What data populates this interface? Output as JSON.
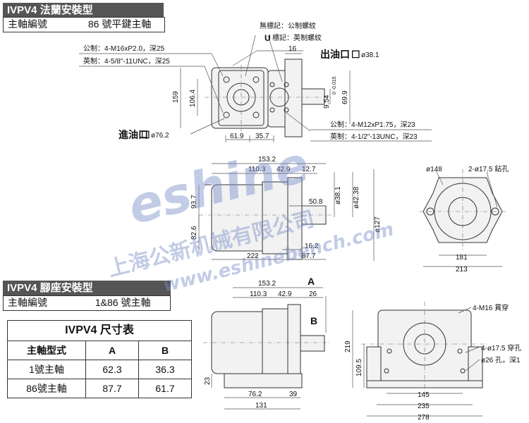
{
  "flange_section": {
    "title": "IVPV4 法蘭安裝型",
    "shaft_label": "主軸編號",
    "shaft_value": "86 號平鍵主軸"
  },
  "foot_section": {
    "title": "IVPV4 腳座安裝型",
    "shaft_label": "主軸編號",
    "shaft_value": "1&86 號主軸"
  },
  "table": {
    "title": "IVPV4 尺寸表",
    "headers": [
      "主軸型式",
      "A",
      "B"
    ],
    "rows": [
      [
        "1號主軸",
        "62.3",
        "36.3"
      ],
      [
        "86號主軸",
        "87.7",
        "61.7"
      ]
    ]
  },
  "legend": {
    "none_mark": "無標記：公制螺紋",
    "u_mark": "標記：英制螺紋",
    "u_letter": "U"
  },
  "labels": {
    "inlet_thread_metric": "公制：4-M16xP2.0，深25",
    "inlet_thread_imperial": "英制：4-5/8\"-11UNC，深25",
    "outlet_title": "出油口",
    "outlet_dia": "ø38.1",
    "inlet_title": "進油口",
    "inlet_dia": "ø76.2",
    "outlet_thread_metric": "公制：4-M12xP1.75，深23",
    "outlet_thread_imperial": "英制：4-1/2\"-13UNC，深23",
    "flange_holes": "2-ø17.5 鉆孔",
    "foot_tap": "4-M16 貫穿",
    "foot_holes": "4-ø17.5 穿孔",
    "foot_counterbore": "ø26 孔，深1",
    "box_square": "☐"
  },
  "dims": {
    "d16": "16",
    "d106_4": "106.4",
    "d159": "159",
    "d61_9": "61.9",
    "d35_7": "35.7",
    "d9_54": "9.54",
    "d9_54_tol": "0\n-0.015",
    "d69_9": "69.9",
    "d153_2": "153.2",
    "d110_3": "110.3",
    "d42_9": "42.9",
    "d12_7": "12.7",
    "d38_1": "ø38.1",
    "d42_38": "ø42.38",
    "d127": "ø127",
    "d50_8": "50.8",
    "d93_7": "93.7",
    "d82_6": "82.6",
    "d16_2": "16.2",
    "d222": "222",
    "d87_7": "87.7",
    "d148": "ø148",
    "d181": "181",
    "d213": "213",
    "d153_2b": "153.2",
    "d110_3b": "110.3",
    "d42_9b": "42.9",
    "d26": "26",
    "dA": "A",
    "dB": "B",
    "d23": "23",
    "d76_2": "76.2",
    "d39": "39",
    "d131": "131",
    "d219": "219",
    "d109_5": "109.5",
    "d145": "145",
    "d235": "235",
    "d278": "278"
  },
  "watermark": {
    "brand": "eshine",
    "cn": "上海公新机械有限公司",
    "url": "www.eshinebench.com"
  }
}
